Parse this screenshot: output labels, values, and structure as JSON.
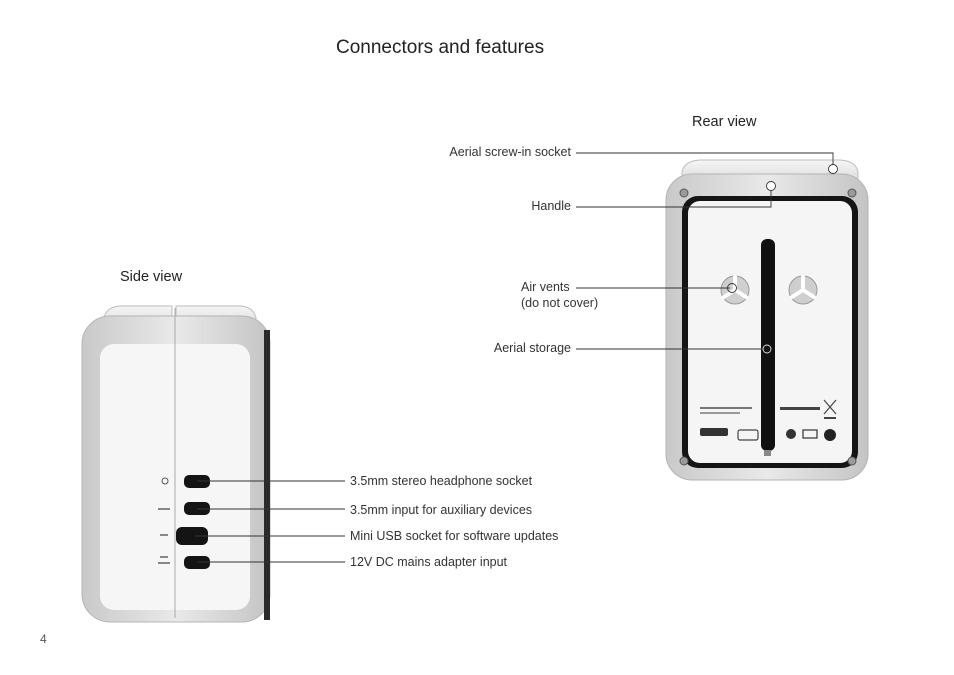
{
  "page": {
    "title": "Connectors and features",
    "page_number": "4"
  },
  "rear": {
    "heading": "Rear view",
    "labels": {
      "aerial_socket": "Aerial screw-in socket",
      "handle": "Handle",
      "air_vents_line1": "Air vents",
      "air_vents_line2": "(do not cover)",
      "aerial_storage": "Aerial storage"
    }
  },
  "side": {
    "heading": "Side view",
    "labels": {
      "headphone": "3.5mm stereo headphone socket",
      "aux": "3.5mm input for auxiliary devices",
      "usb": "Mini USB socket for software updates",
      "dc": "12V DC mains adapter input"
    }
  },
  "colors": {
    "line": "#333333",
    "device_frame": "#d9d9d9",
    "device_face": "#f4f4f4",
    "dark_trim": "#1a1a1a"
  }
}
